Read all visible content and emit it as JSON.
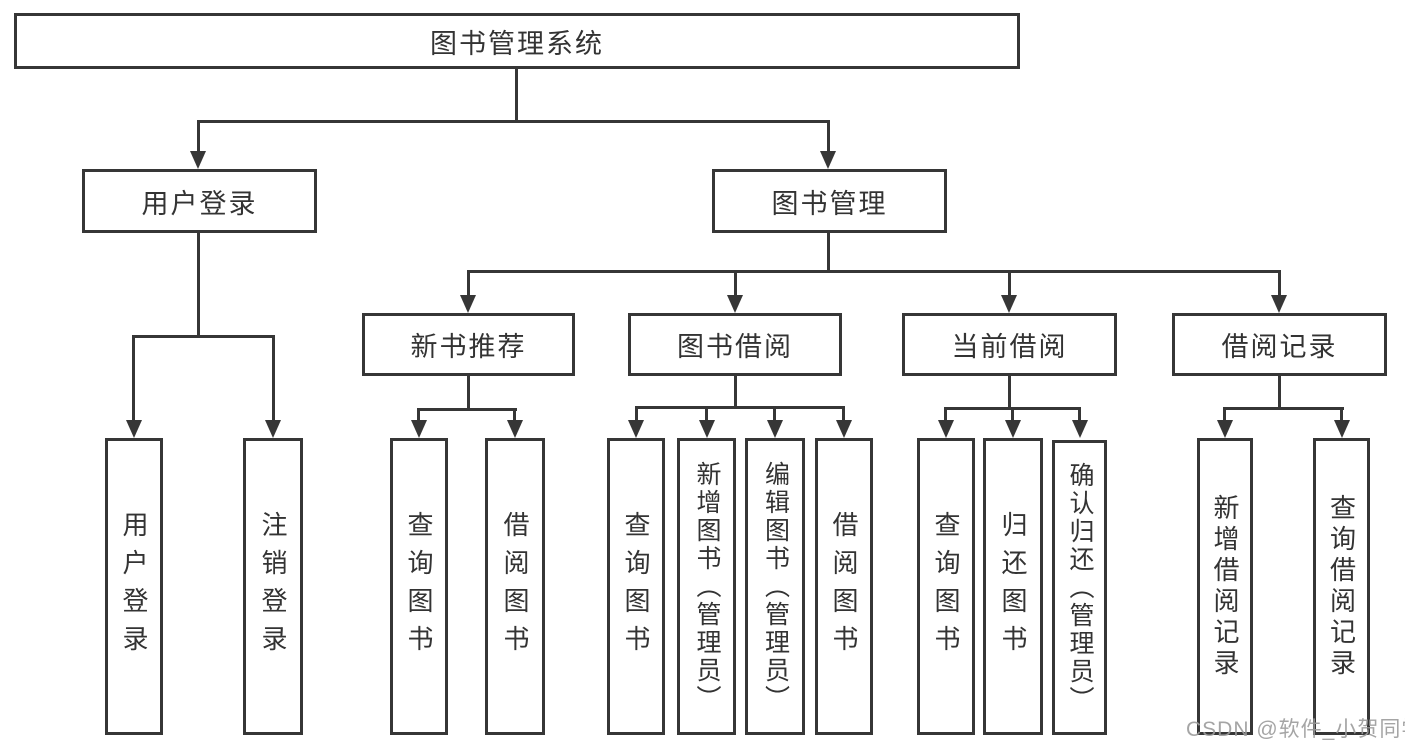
{
  "tree": {
    "root": {
      "label": "图书管理系统"
    },
    "branches": [
      {
        "label": "用户登录",
        "children": [
          {
            "label": "用户登录"
          },
          {
            "label": "注销登录"
          }
        ]
      },
      {
        "label": "图书管理",
        "children": [
          {
            "label": "新书推荐",
            "children": [
              {
                "label": "查询图书"
              },
              {
                "label": "借阅图书"
              }
            ]
          },
          {
            "label": "图书借阅",
            "children": [
              {
                "label": "查询图书"
              },
              {
                "label": "新增图书（管理员）"
              },
              {
                "label": "编辑图书（管理员）"
              },
              {
                "label": "借阅图书"
              }
            ]
          },
          {
            "label": "当前借阅",
            "children": [
              {
                "label": "查询图书"
              },
              {
                "label": "归还图书"
              },
              {
                "label": "确认归还（管理员）"
              }
            ]
          },
          {
            "label": "借阅记录",
            "children": [
              {
                "label": "新增借阅记录"
              },
              {
                "label": "查询借阅记录"
              }
            ]
          }
        ]
      }
    ]
  },
  "watermark": "CSDN @软件_小贺同学",
  "colors": {
    "line": "#363636",
    "text": "#333333",
    "background": "#ffffff",
    "watermark": "#9c9c9c"
  }
}
